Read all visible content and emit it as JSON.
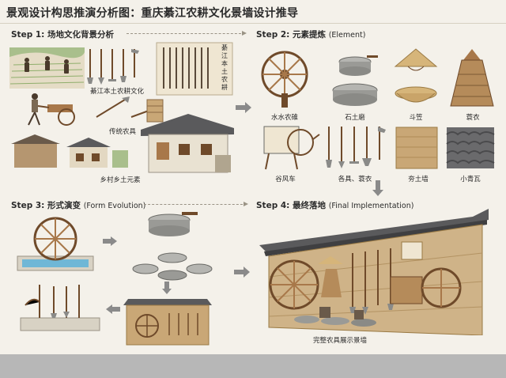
{
  "title": "景观设计构思推演分析图：重庆綦江农耕文化景墙设计推导",
  "step1": {
    "label": "Step 1: 场地文化背景分析",
    "captions": {
      "farm_culture": "綦江本土农耕文化",
      "tools": "传统农具",
      "village": "乡村乡土元素"
    },
    "scroll_text": "綦江本土农耕"
  },
  "step2": {
    "label": "Step 2: 元素提炼",
    "label_en": "(Element)",
    "items": [
      "水水农碓",
      "石土磨",
      "斗笠",
      "蓑衣",
      "谷风车",
      "各具、蓑衣",
      "夯土墙",
      "小青瓦"
    ]
  },
  "step3": {
    "label": "Step 3: 形式演变",
    "label_en": "(Form Evolution)"
  },
  "step4": {
    "label": "Step 4: 最终落地",
    "label_en": "(Final Implementation)",
    "caption": "完整农具展示景墙"
  },
  "colors": {
    "background": "#f4f1ea",
    "wood": "#a8784a",
    "wood_dark": "#6f4a2a",
    "stone": "#9a9a96",
    "roof": "#5a5a5c",
    "water": "#6fb7d6",
    "earth": "#c9a776",
    "footer": "#b7b7b7"
  }
}
